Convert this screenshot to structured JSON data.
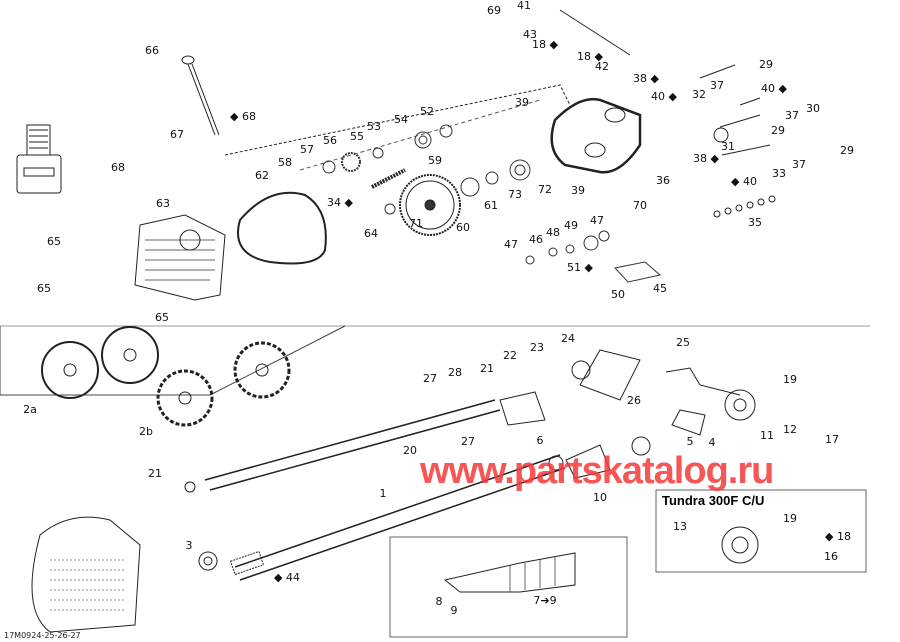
{
  "diagram": {
    "watermark": "www.partskatalog.ru",
    "inset_title": "Tundra 300F C/U",
    "drawing_code": "17M0924-25-26-27",
    "lubricant_icon": "oil-drop-icon",
    "labels": [
      "69",
      "41",
      "43",
      "18 ◆",
      "18 ◆",
      "42",
      "38 ◆",
      "40 ◆",
      "37",
      "32",
      "29",
      "40 ◆",
      "30",
      "37",
      "29",
      "31",
      "29",
      "37",
      "38 ◆",
      "33",
      "◆ 40",
      "35",
      "36",
      "39",
      "39",
      "70",
      "72",
      "73",
      "61",
      "60",
      "47",
      "49",
      "48",
      "46",
      "47",
      "51 ◆",
      "50",
      "45",
      "66",
      "◆ 68",
      "67",
      "68",
      "52",
      "54",
      "53",
      "55",
      "56",
      "57",
      "58",
      "59",
      "62",
      "34 ◆",
      "64",
      "71",
      "63",
      "65",
      "65",
      "65",
      "2a",
      "2b",
      "20",
      "21",
      "1",
      "3",
      "◆ 44",
      "6",
      "10",
      "5",
      "4",
      "11",
      "12",
      "17",
      "19",
      "27",
      "28",
      "21",
      "22",
      "23",
      "24",
      "25",
      "26",
      "27",
      "13",
      "19",
      "◆ 18",
      "16",
      "8",
      "9",
      "7➔9"
    ]
  }
}
